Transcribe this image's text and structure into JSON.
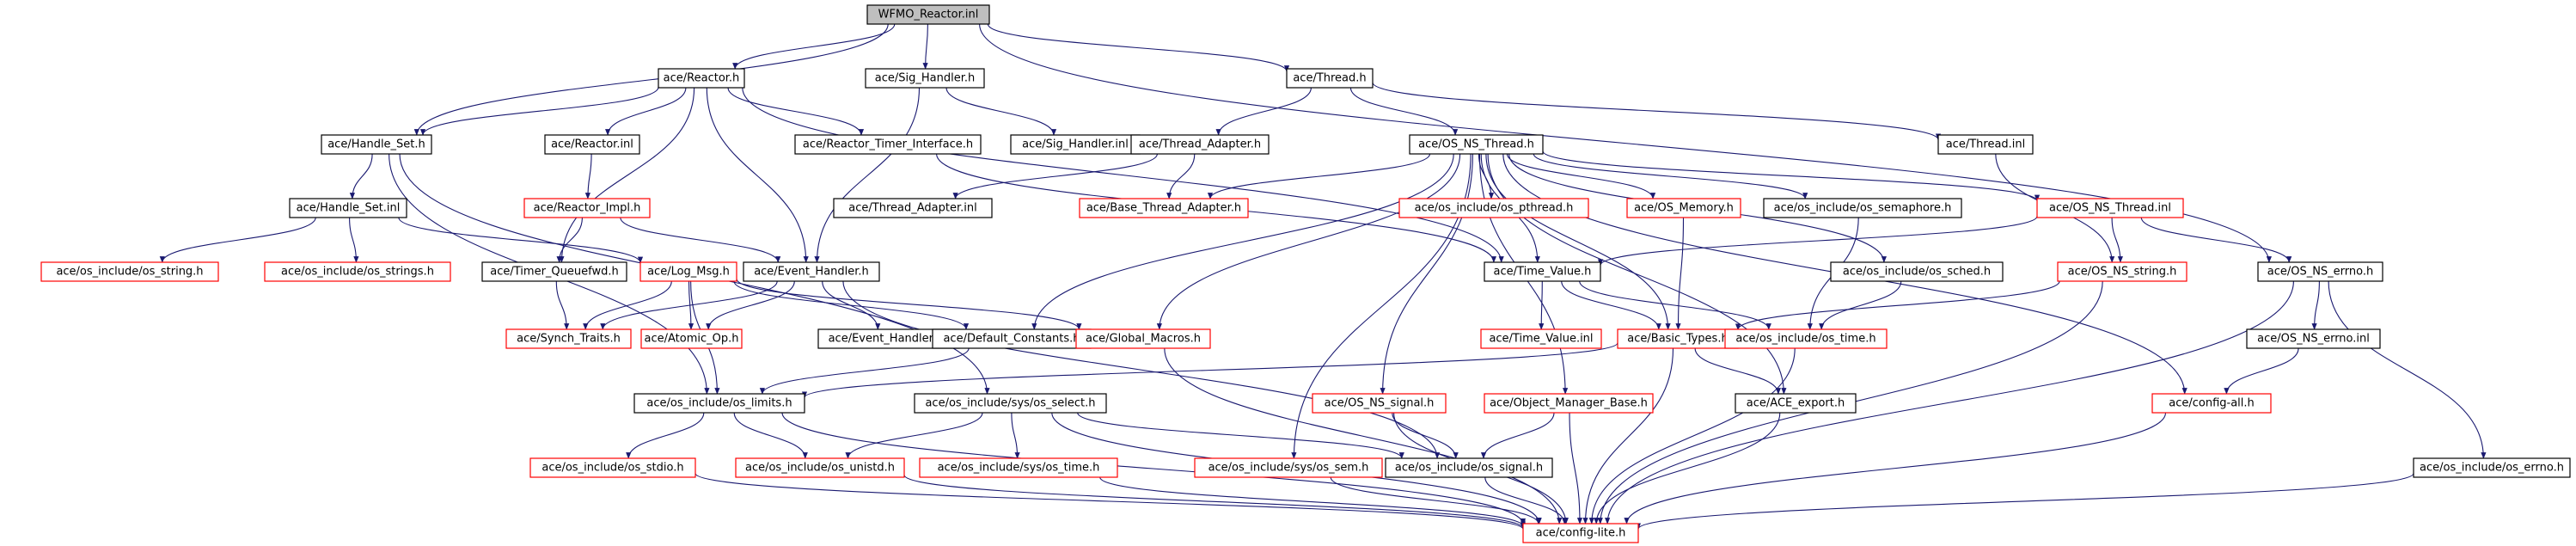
{
  "colors": {
    "edge": "#191970",
    "box_border": "#000000",
    "missing_file_border": "#ff0000",
    "root_fill": "#bfbfbf",
    "background": "#ffffff"
  },
  "graph": {
    "root": "WFMO_Reactor.inl",
    "nodes": [
      {
        "id": "wfmo",
        "label": "WFMO_Reactor.inl",
        "style": "root"
      },
      {
        "id": "reactor_h",
        "label": "ace/Reactor.h",
        "style": "normal"
      },
      {
        "id": "sig_handler_h",
        "label": "ace/Sig_Handler.h",
        "style": "normal"
      },
      {
        "id": "thread_h",
        "label": "ace/Thread.h",
        "style": "normal"
      },
      {
        "id": "handle_set_h",
        "label": "ace/Handle_Set.h",
        "style": "normal"
      },
      {
        "id": "reactor_inl",
        "label": "ace/Reactor.inl",
        "style": "normal"
      },
      {
        "id": "reactor_timer_if",
        "label": "ace/Reactor_Timer_Interface.h",
        "style": "normal"
      },
      {
        "id": "sig_handler_inl",
        "label": "ace/Sig_Handler.inl",
        "style": "normal"
      },
      {
        "id": "thread_adapter_h",
        "label": "ace/Thread_Adapter.h",
        "style": "normal"
      },
      {
        "id": "os_ns_thread_h",
        "label": "ace/OS_NS_Thread.h",
        "style": "normal"
      },
      {
        "id": "thread_inl",
        "label": "ace/Thread.inl",
        "style": "normal"
      },
      {
        "id": "handle_set_inl",
        "label": "ace/Handle_Set.inl",
        "style": "normal"
      },
      {
        "id": "reactor_impl_h",
        "label": "ace/Reactor_Impl.h",
        "style": "missing"
      },
      {
        "id": "thread_adapter_inl",
        "label": "ace/Thread_Adapter.inl",
        "style": "normal"
      },
      {
        "id": "base_thread_adapter_h",
        "label": "ace/Base_Thread_Adapter.h",
        "style": "missing"
      },
      {
        "id": "os_pthread_h",
        "label": "ace/os_include/os_pthread.h",
        "style": "missing"
      },
      {
        "id": "os_memory_h",
        "label": "ace/OS_Memory.h",
        "style": "missing"
      },
      {
        "id": "os_semaphore_h",
        "label": "ace/os_include/os_semaphore.h",
        "style": "normal"
      },
      {
        "id": "os_ns_thread_inl",
        "label": "ace/OS_NS_Thread.inl",
        "style": "missing"
      },
      {
        "id": "os_string_h",
        "label": "ace/os_include/os_string.h",
        "style": "missing"
      },
      {
        "id": "os_strings_h",
        "label": "ace/os_include/os_strings.h",
        "style": "missing"
      },
      {
        "id": "timer_queuefwd_h",
        "label": "ace/Timer_Queuefwd.h",
        "style": "normal"
      },
      {
        "id": "log_msg_h",
        "label": "ace/Log_Msg.h",
        "style": "missing"
      },
      {
        "id": "event_handler_h",
        "label": "ace/Event_Handler.h",
        "style": "normal"
      },
      {
        "id": "time_value_h",
        "label": "ace/Time_Value.h",
        "style": "normal"
      },
      {
        "id": "os_sched_h",
        "label": "ace/os_include/os_sched.h",
        "style": "normal"
      },
      {
        "id": "os_ns_string_h",
        "label": "ace/OS_NS_string.h",
        "style": "missing"
      },
      {
        "id": "os_ns_errno_h",
        "label": "ace/OS_NS_errno.h",
        "style": "normal"
      },
      {
        "id": "synch_traits_h",
        "label": "ace/Synch_Traits.h",
        "style": "missing"
      },
      {
        "id": "atomic_op_h",
        "label": "ace/Atomic_Op.h",
        "style": "missing"
      },
      {
        "id": "event_handler_inl",
        "label": "ace/Event_Handler.inl",
        "style": "normal"
      },
      {
        "id": "default_constants_h",
        "label": "ace/Default_Constants.h",
        "style": "normal"
      },
      {
        "id": "global_macros_h",
        "label": "ace/Global_Macros.h",
        "style": "missing"
      },
      {
        "id": "time_value_inl",
        "label": "ace/Time_Value.inl",
        "style": "missing"
      },
      {
        "id": "basic_types_h",
        "label": "ace/Basic_Types.h",
        "style": "missing"
      },
      {
        "id": "os_time_h",
        "label": "ace/os_include/os_time.h",
        "style": "missing"
      },
      {
        "id": "os_ns_errno_inl",
        "label": "ace/OS_NS_errno.inl",
        "style": "normal"
      },
      {
        "id": "os_limits_h",
        "label": "ace/os_include/os_limits.h",
        "style": "normal"
      },
      {
        "id": "sys_os_select_h",
        "label": "ace/os_include/sys/os_select.h",
        "style": "normal"
      },
      {
        "id": "os_ns_signal_h",
        "label": "ace/OS_NS_signal.h",
        "style": "missing"
      },
      {
        "id": "object_manager_base_h",
        "label": "ace/Object_Manager_Base.h",
        "style": "missing"
      },
      {
        "id": "ace_export_h",
        "label": "ace/ACE_export.h",
        "style": "normal"
      },
      {
        "id": "config_all_h",
        "label": "ace/config-all.h",
        "style": "missing"
      },
      {
        "id": "os_stdio_h",
        "label": "ace/os_include/os_stdio.h",
        "style": "missing"
      },
      {
        "id": "os_unistd_h",
        "label": "ace/os_include/os_unistd.h",
        "style": "missing"
      },
      {
        "id": "sys_os_time_h",
        "label": "ace/os_include/sys/os_time.h",
        "style": "missing"
      },
      {
        "id": "sys_os_sem_h",
        "label": "ace/os_include/sys/os_sem.h",
        "style": "missing"
      },
      {
        "id": "os_signal_h",
        "label": "ace/os_include/os_signal.h",
        "style": "normal"
      },
      {
        "id": "os_errno_h",
        "label": "ace/os_include/os_errno.h",
        "style": "normal"
      },
      {
        "id": "config_lite_h",
        "label": "ace/config-lite.h",
        "style": "missing"
      }
    ],
    "edges": [
      [
        "wfmo",
        "reactor_h"
      ],
      [
        "wfmo",
        "sig_handler_h"
      ],
      [
        "wfmo",
        "thread_h"
      ],
      [
        "wfmo",
        "handle_set_h"
      ],
      [
        "wfmo",
        "os_ns_errno_h"
      ],
      [
        "reactor_h",
        "handle_set_h"
      ],
      [
        "reactor_h",
        "reactor_inl"
      ],
      [
        "reactor_h",
        "reactor_timer_if"
      ],
      [
        "reactor_h",
        "timer_queuefwd_h"
      ],
      [
        "reactor_h",
        "event_handler_h"
      ],
      [
        "reactor_h",
        "time_value_h"
      ],
      [
        "sig_handler_h",
        "sig_handler_inl"
      ],
      [
        "sig_handler_h",
        "event_handler_h"
      ],
      [
        "thread_h",
        "thread_adapter_h"
      ],
      [
        "thread_h",
        "os_ns_thread_h"
      ],
      [
        "thread_h",
        "thread_inl"
      ],
      [
        "handle_set_h",
        "handle_set_inl"
      ],
      [
        "handle_set_h",
        "os_limits_h"
      ],
      [
        "handle_set_h",
        "sys_os_select_h"
      ],
      [
        "reactor_inl",
        "reactor_impl_h"
      ],
      [
        "reactor_timer_if",
        "time_value_h"
      ],
      [
        "thread_adapter_h",
        "thread_adapter_inl"
      ],
      [
        "thread_adapter_h",
        "base_thread_adapter_h"
      ],
      [
        "os_ns_thread_h",
        "base_thread_adapter_h"
      ],
      [
        "os_ns_thread_h",
        "os_pthread_h"
      ],
      [
        "os_ns_thread_h",
        "os_memory_h"
      ],
      [
        "os_ns_thread_h",
        "os_semaphore_h"
      ],
      [
        "os_ns_thread_h",
        "os_ns_thread_inl"
      ],
      [
        "os_ns_thread_h",
        "time_value_h"
      ],
      [
        "os_ns_thread_h",
        "os_sched_h"
      ],
      [
        "os_ns_thread_h",
        "default_constants_h"
      ],
      [
        "os_ns_thread_h",
        "global_macros_h"
      ],
      [
        "os_ns_thread_h",
        "basic_types_h"
      ],
      [
        "os_ns_thread_h",
        "os_ns_signal_h"
      ],
      [
        "os_ns_thread_h",
        "object_manager_base_h"
      ],
      [
        "os_ns_thread_h",
        "ace_export_h"
      ],
      [
        "os_ns_thread_h",
        "config_all_h"
      ],
      [
        "os_ns_thread_h",
        "sys_os_sem_h"
      ],
      [
        "thread_inl",
        "os_ns_string_h"
      ],
      [
        "handle_set_inl",
        "os_string_h"
      ],
      [
        "handle_set_inl",
        "os_strings_h"
      ],
      [
        "handle_set_inl",
        "log_msg_h"
      ],
      [
        "reactor_impl_h",
        "timer_queuefwd_h"
      ],
      [
        "reactor_impl_h",
        "event_handler_h"
      ],
      [
        "os_memory_h",
        "basic_types_h"
      ],
      [
        "os_semaphore_h",
        "os_time_h"
      ],
      [
        "os_ns_thread_inl",
        "os_ns_string_h"
      ],
      [
        "os_ns_thread_inl",
        "os_ns_errno_h"
      ],
      [
        "os_ns_thread_inl",
        "time_value_h"
      ],
      [
        "timer_queuefwd_h",
        "synch_traits_h"
      ],
      [
        "log_msg_h",
        "synch_traits_h"
      ],
      [
        "log_msg_h",
        "atomic_op_h"
      ],
      [
        "log_msg_h",
        "default_constants_h"
      ],
      [
        "log_msg_h",
        "global_macros_h"
      ],
      [
        "log_msg_h",
        "os_limits_h"
      ],
      [
        "event_handler_h",
        "event_handler_inl"
      ],
      [
        "event_handler_h",
        "synch_traits_h"
      ],
      [
        "event_handler_h",
        "atomic_op_h"
      ],
      [
        "event_handler_h",
        "os_signal_h"
      ],
      [
        "time_value_h",
        "time_value_inl"
      ],
      [
        "time_value_h",
        "basic_types_h"
      ],
      [
        "time_value_h",
        "os_time_h"
      ],
      [
        "os_sched_h",
        "os_time_h"
      ],
      [
        "os_ns_string_h",
        "basic_types_h"
      ],
      [
        "os_ns_string_h",
        "config_lite_h"
      ],
      [
        "os_ns_errno_h",
        "os_ns_errno_inl"
      ],
      [
        "os_ns_errno_h",
        "os_errno_h"
      ],
      [
        "os_ns_errno_h",
        "config_lite_h"
      ],
      [
        "default_constants_h",
        "os_limits_h"
      ],
      [
        "global_macros_h",
        "config_lite_h"
      ],
      [
        "basic_types_h",
        "os_limits_h"
      ],
      [
        "basic_types_h",
        "ace_export_h"
      ],
      [
        "basic_types_h",
        "config_lite_h"
      ],
      [
        "os_time_h",
        "config_lite_h"
      ],
      [
        "os_ns_errno_inl",
        "config_all_h"
      ],
      [
        "os_limits_h",
        "os_stdio_h"
      ],
      [
        "os_limits_h",
        "os_unistd_h"
      ],
      [
        "os_limits_h",
        "config_lite_h"
      ],
      [
        "sys_os_select_h",
        "os_unistd_h"
      ],
      [
        "sys_os_select_h",
        "sys_os_time_h"
      ],
      [
        "sys_os_select_h",
        "os_signal_h"
      ],
      [
        "sys_os_select_h",
        "config_lite_h"
      ],
      [
        "os_ns_signal_h",
        "os_signal_h"
      ],
      [
        "os_ns_signal_h",
        "config_lite_h"
      ],
      [
        "object_manager_base_h",
        "os_signal_h"
      ],
      [
        "object_manager_base_h",
        "config_lite_h"
      ],
      [
        "ace_export_h",
        "config_lite_h"
      ],
      [
        "config_all_h",
        "config_lite_h"
      ],
      [
        "os_stdio_h",
        "config_lite_h"
      ],
      [
        "os_unistd_h",
        "config_lite_h"
      ],
      [
        "sys_os_time_h",
        "config_lite_h"
      ],
      [
        "sys_os_sem_h",
        "config_lite_h"
      ],
      [
        "os_signal_h",
        "config_lite_h"
      ],
      [
        "os_errno_h",
        "config_lite_h"
      ]
    ]
  }
}
